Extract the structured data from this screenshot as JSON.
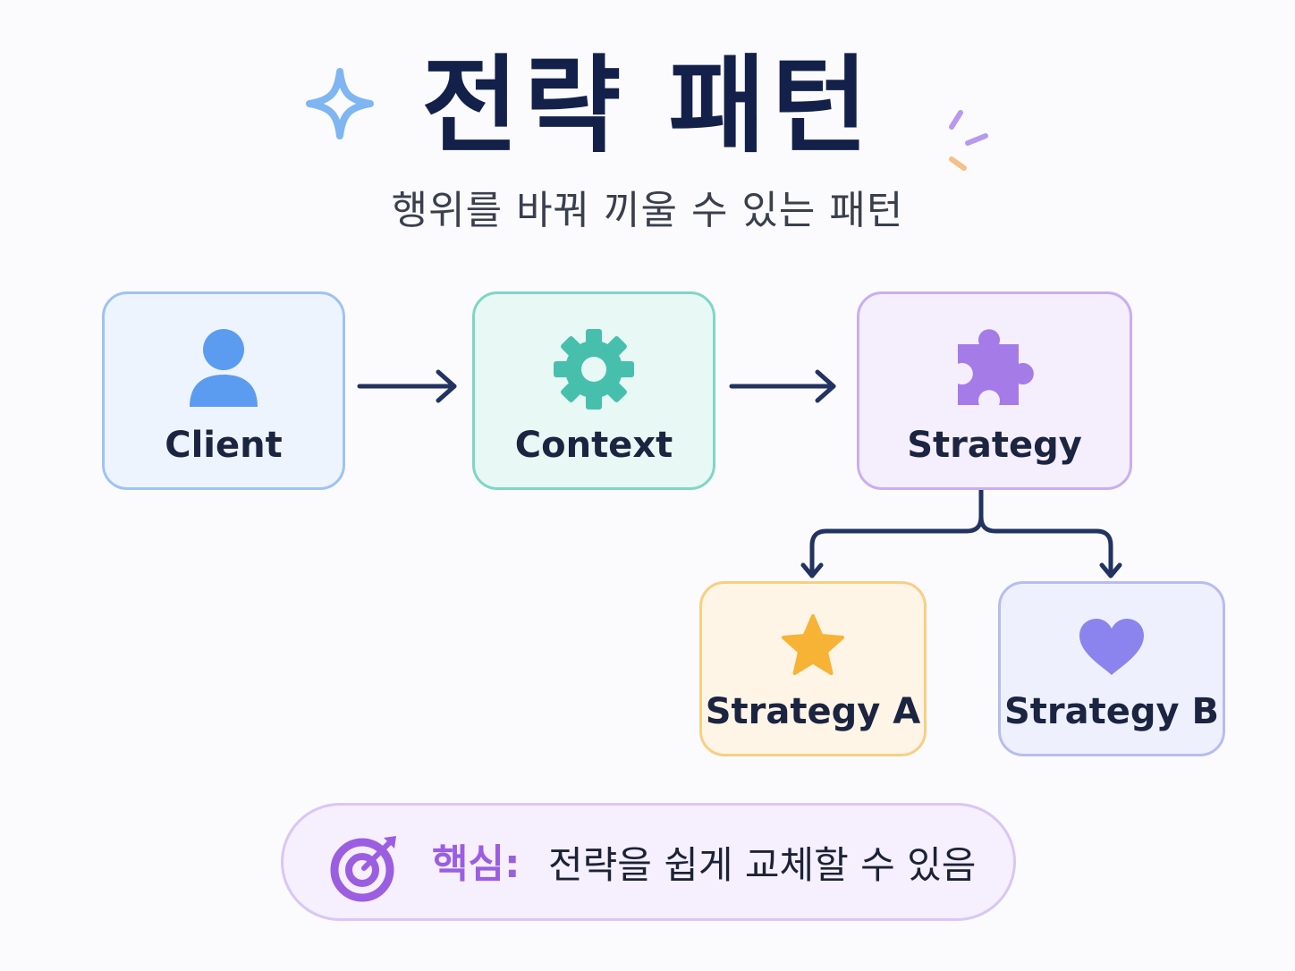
{
  "header": {
    "title": "전략 패턴",
    "subtitle": "행위를 바꿔 끼울 수 있는 패턴"
  },
  "diagram": {
    "nodes": {
      "client": {
        "label": "Client",
        "icon": "user-icon",
        "color": "#5b9cf0"
      },
      "context": {
        "label": "Context",
        "icon": "gear-icon",
        "color": "#47bfad"
      },
      "strategy": {
        "label": "Strategy",
        "icon": "puzzle-icon",
        "color": "#a57be8"
      },
      "strategy_a": {
        "label": "Strategy A",
        "icon": "star-icon",
        "color": "#f6b336"
      },
      "strategy_b": {
        "label": "Strategy B",
        "icon": "heart-icon",
        "color": "#8c84ee"
      }
    },
    "edges": [
      {
        "from": "Client",
        "to": "Context"
      },
      {
        "from": "Context",
        "to": "Strategy"
      },
      {
        "from": "Strategy",
        "to": "Strategy A"
      },
      {
        "from": "Strategy",
        "to": "Strategy B"
      }
    ]
  },
  "keypoint": {
    "icon": "target-icon",
    "label": "핵심:",
    "text": "전략을 쉽게 교체할 수 있음"
  }
}
